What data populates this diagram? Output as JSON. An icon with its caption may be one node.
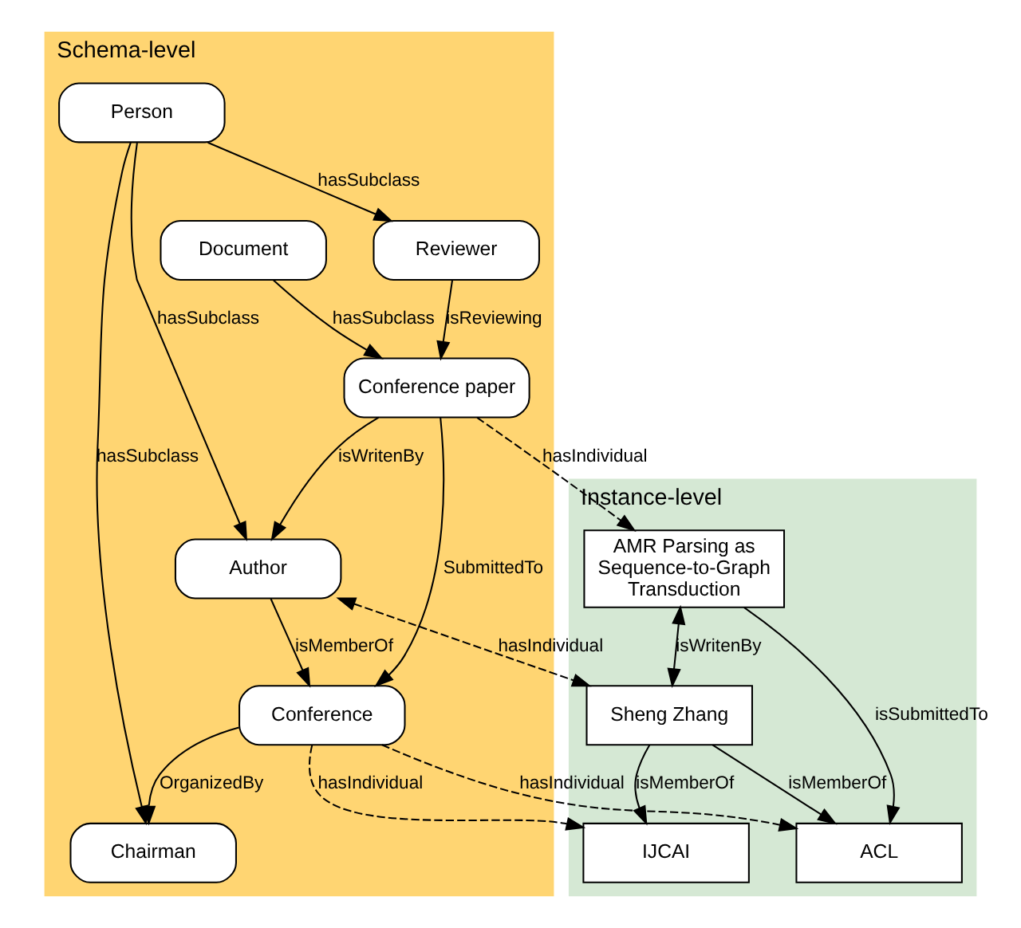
{
  "diagram": {
    "nodes": [
      {
        "text": [
          "Schema-level"
        ]
      },
      {
        "text": [
          "Person"
        ],
        "in": 0
      },
      {
        "text": [
          "Reviewer"
        ],
        "in": 0
      },
      {
        "text": [
          "Author"
        ],
        "in": 0
      },
      {
        "text": [
          "Chairman"
        ],
        "in": 0
      },
      {
        "text": [
          "Document"
        ],
        "in": 0
      },
      {
        "text": [
          "Conference paper"
        ],
        "in": 0
      },
      {
        "text": [
          "Conference"
        ],
        "in": 0
      },
      {
        "text": [
          "Instance-level"
        ]
      },
      {
        "text": [
          "Sheng Zhang"
        ],
        "in": 8
      },
      {
        "text": [
          "IJCAI"
        ],
        "in": 8
      },
      {
        "text": [
          "AMR Parsing as Sequence-to-Graph Transduction"
        ],
        "in": 8
      },
      {
        "text": [
          "ACL"
        ],
        "in": 8
      }
    ],
    "edges": [
      {
        "from": 1,
        "to": 2,
        "arrow": "to",
        "label": "hasSubclass"
      },
      {
        "from": 1,
        "to": 3,
        "arrow": "to",
        "label": "hasSubclass"
      },
      {
        "from": 1,
        "to": 4,
        "arrow": "to",
        "label": "hasSubclass"
      },
      {
        "from": 2,
        "to": 6,
        "arrow": "to",
        "label": "isReviewing"
      },
      {
        "from": 5,
        "to": 6,
        "arrow": "to",
        "label": "hasSubclass"
      },
      {
        "from": 6,
        "to": 3,
        "arrow": "to",
        "label": "isWritenBy"
      },
      {
        "from": 3,
        "to": 7,
        "arrow": "to",
        "label": "isMemberOf"
      },
      {
        "from": 7,
        "to": 4,
        "arrow": "to",
        "label": "OrganizedBy"
      },
      {
        "from": 6,
        "to": 7,
        "arrow": "to",
        "label": "SubmittedTo"
      },
      {
        "from": 6,
        "to": 11,
        "arrow": "to",
        "label": "hasIndividual",
        "style": "dashed"
      },
      {
        "from": 3,
        "to": 9,
        "arrow": "both",
        "label": "hasIndividual",
        "style": "dashed"
      },
      {
        "from": 7,
        "to": 12,
        "arrow": "to",
        "label": "hasIndividual",
        "style": "dashed"
      },
      {
        "from": 7,
        "to": 10,
        "arrow": "to",
        "label": "hasIndividual",
        "style": "dashed"
      },
      {
        "from": 9,
        "to": 10,
        "arrow": "to",
        "label": "isMemberOf"
      },
      {
        "from": 9,
        "to": 12,
        "arrow": "to",
        "label": "isMemberOf"
      },
      {
        "from": 11,
        "to": 9,
        "arrow": "both",
        "label": "isWritenBy"
      },
      {
        "from": 11,
        "to": 12,
        "arrow": "to",
        "label": "isSubmittedTo"
      }
    ]
  }
}
